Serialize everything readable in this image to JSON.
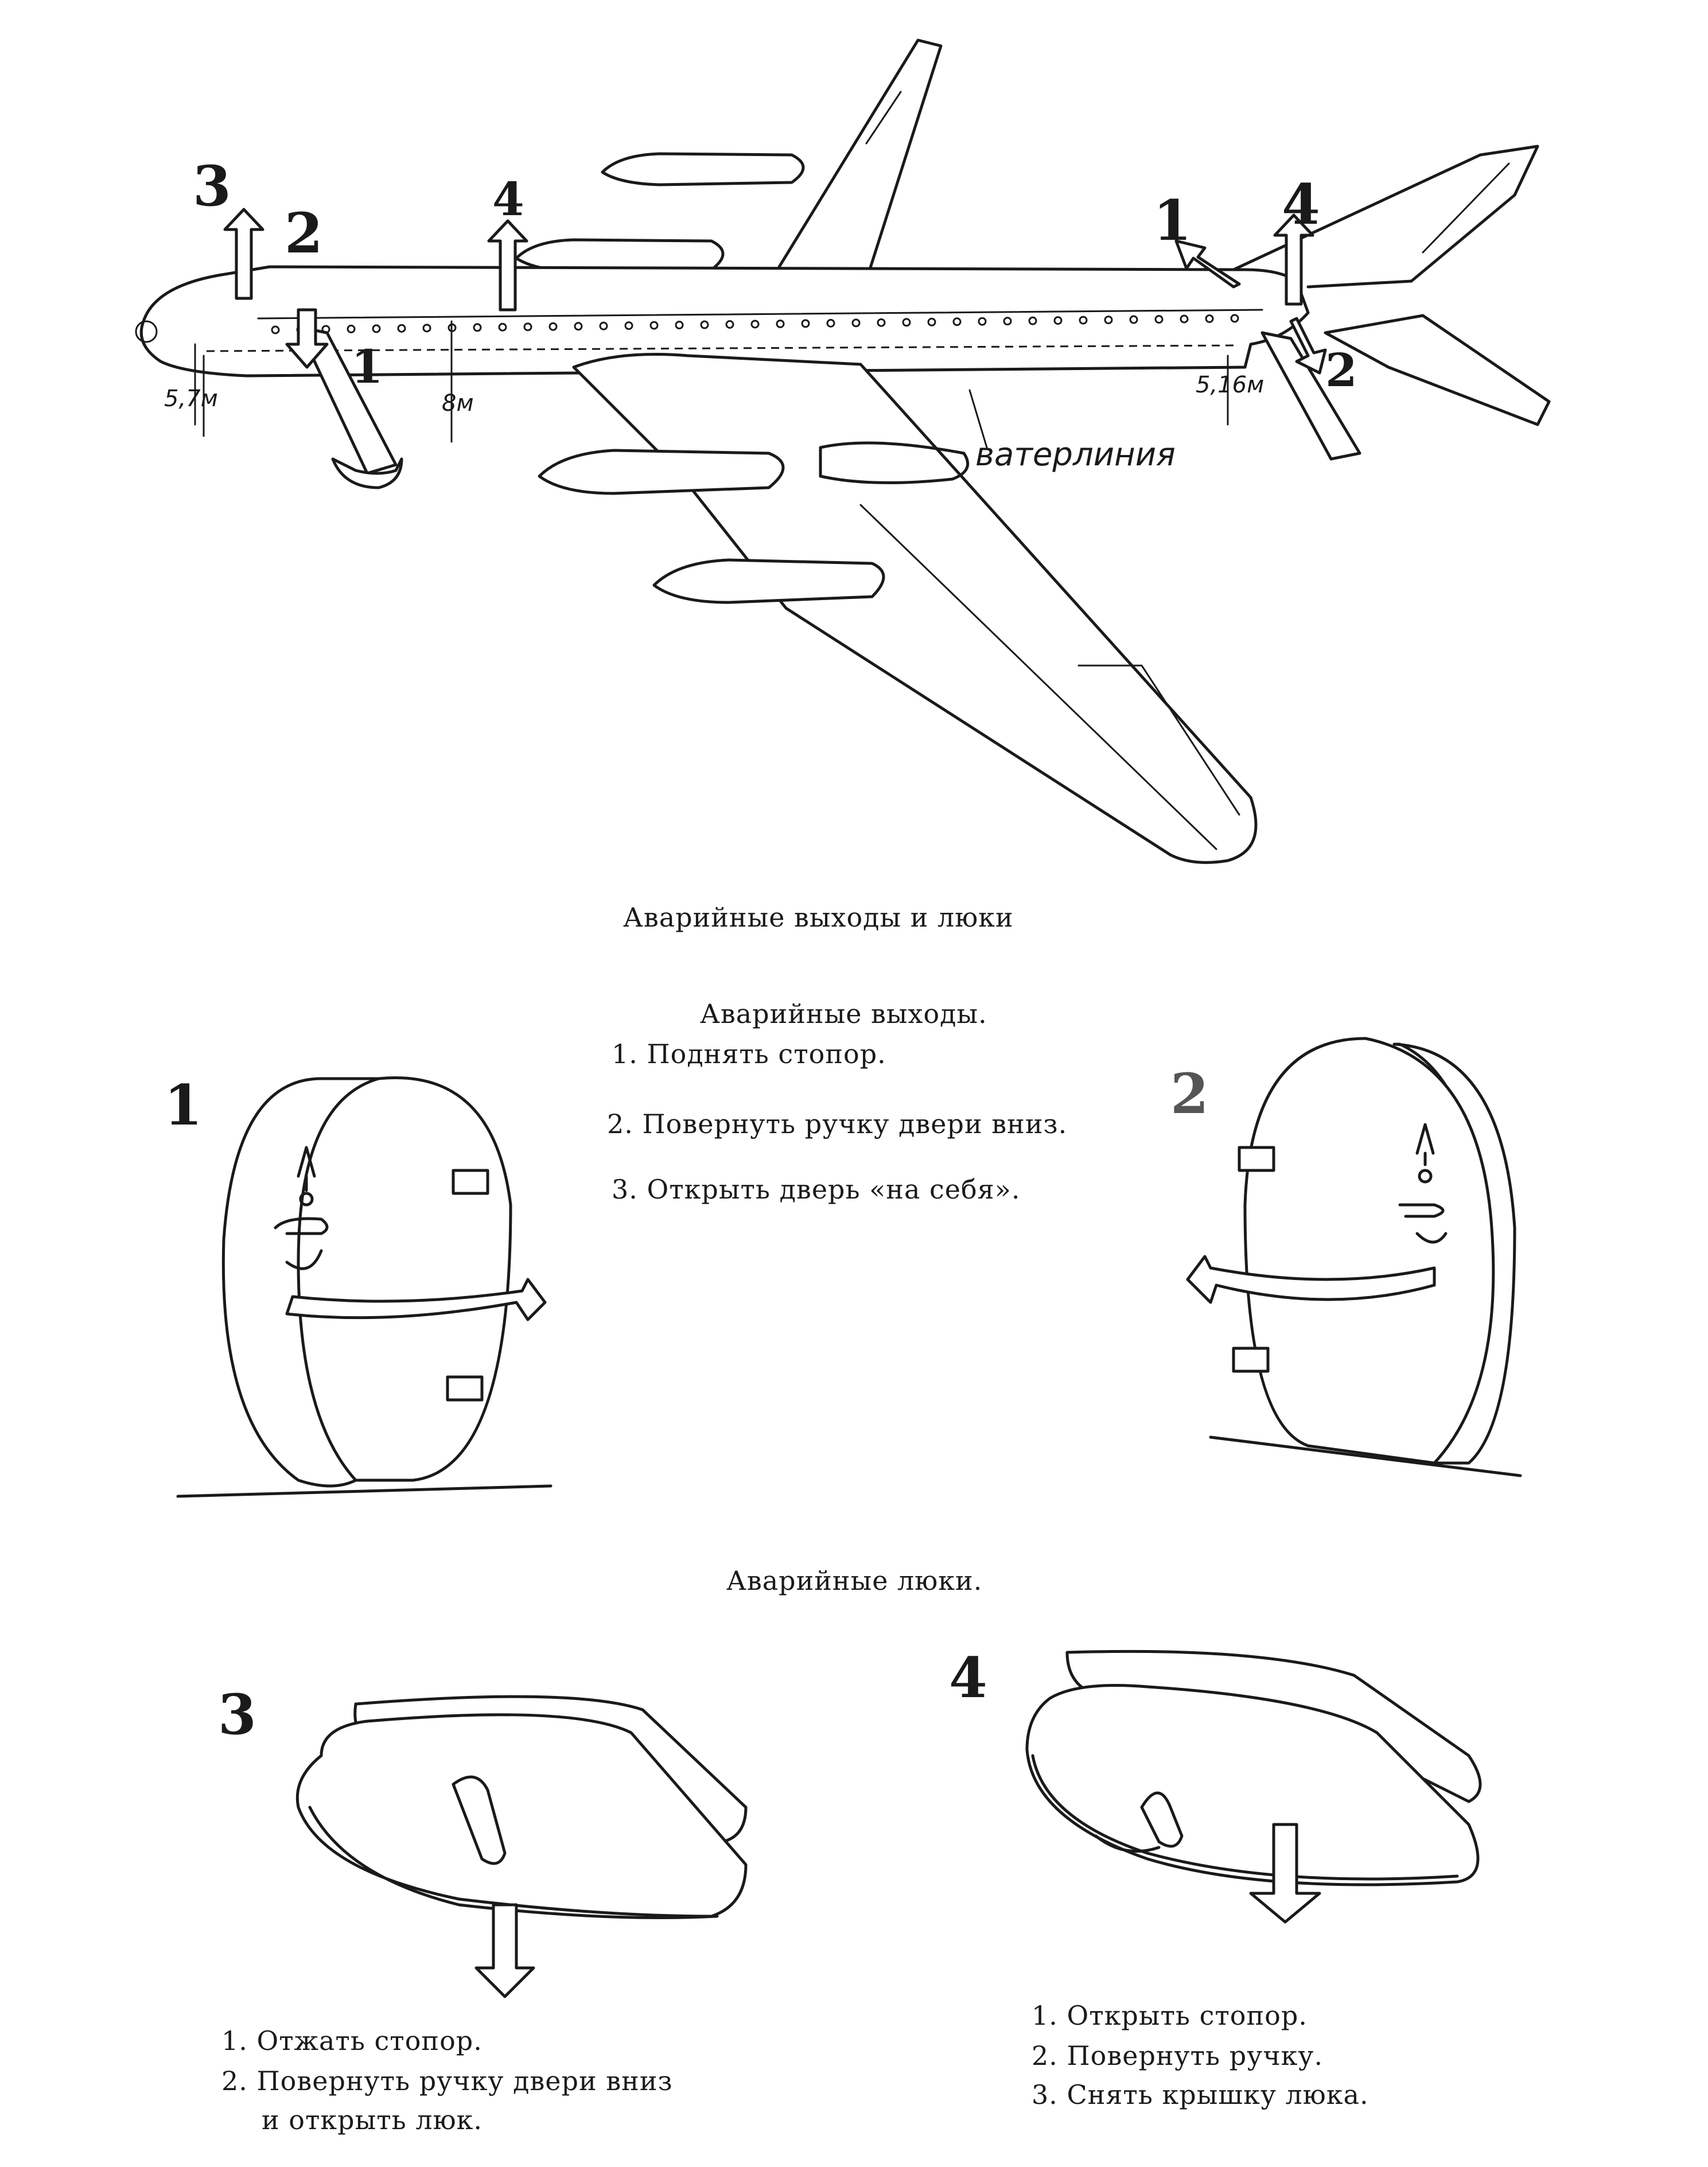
{
  "figure": {
    "caption": "Аварийные выходы и люки",
    "markers": {
      "nose_hatch": "3",
      "front_exit_top": "2",
      "front_exit_bottom": "1",
      "mid_hatch": "4",
      "rear_exit_top": "1",
      "rear_hatch": "4",
      "rear_exit_bottom": "2"
    },
    "dimensions": {
      "front_height": "5,7м",
      "mid_height": "8м",
      "rear_height": "5,16м"
    },
    "waterline_label": "ватерлиния"
  },
  "exits": {
    "title": "Аварийные выходы.",
    "steps": [
      "1. Поднять стопор.",
      "2. Повернуть ручку двери вниз.",
      "3. Открыть дверь «на себя»."
    ],
    "door_left_label": "1",
    "door_right_label": "2"
  },
  "hatches": {
    "title": "Аварийные люки.",
    "hatch3_label": "3",
    "hatch3_steps": [
      "1. Отжать стопор.",
      "2. Повернуть ручку двери вниз",
      "и открыть люк."
    ],
    "hatch4_label": "4",
    "hatch4_steps": [
      "1. Открыть стопор.",
      "2. Повернуть ручку.",
      "3. Снять крышку люка."
    ]
  }
}
